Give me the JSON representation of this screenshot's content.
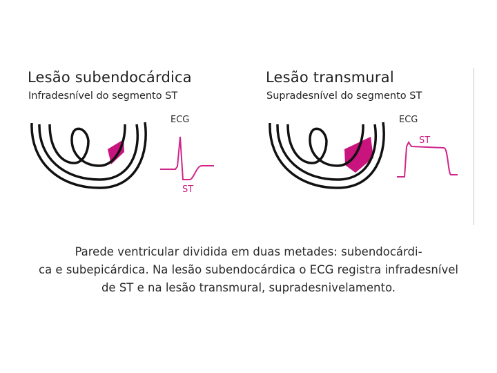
{
  "left": {
    "title": "Lesão subendocárdica",
    "subtitle": "Infradesnível do segmento ST",
    "ecg_label": "ECG",
    "st_label": "ST"
  },
  "right": {
    "title": "Lesão transmural",
    "subtitle": "Supradesnível do segmento ST",
    "ecg_label": "ECG",
    "st_label": "ST"
  },
  "caption": {
    "line1": "Parede ventricular dividida em duas metades: subendocárdi-",
    "line2": "ca e subepicárdica. Na lesão subendocárdica o ECG registra infradesnível",
    "line3": "de ST e na lesão transmural, supradesnivelamento."
  },
  "colors": {
    "lesion": "#c8147c",
    "ecg_trace": "#d0268a",
    "outline": "#111111"
  }
}
